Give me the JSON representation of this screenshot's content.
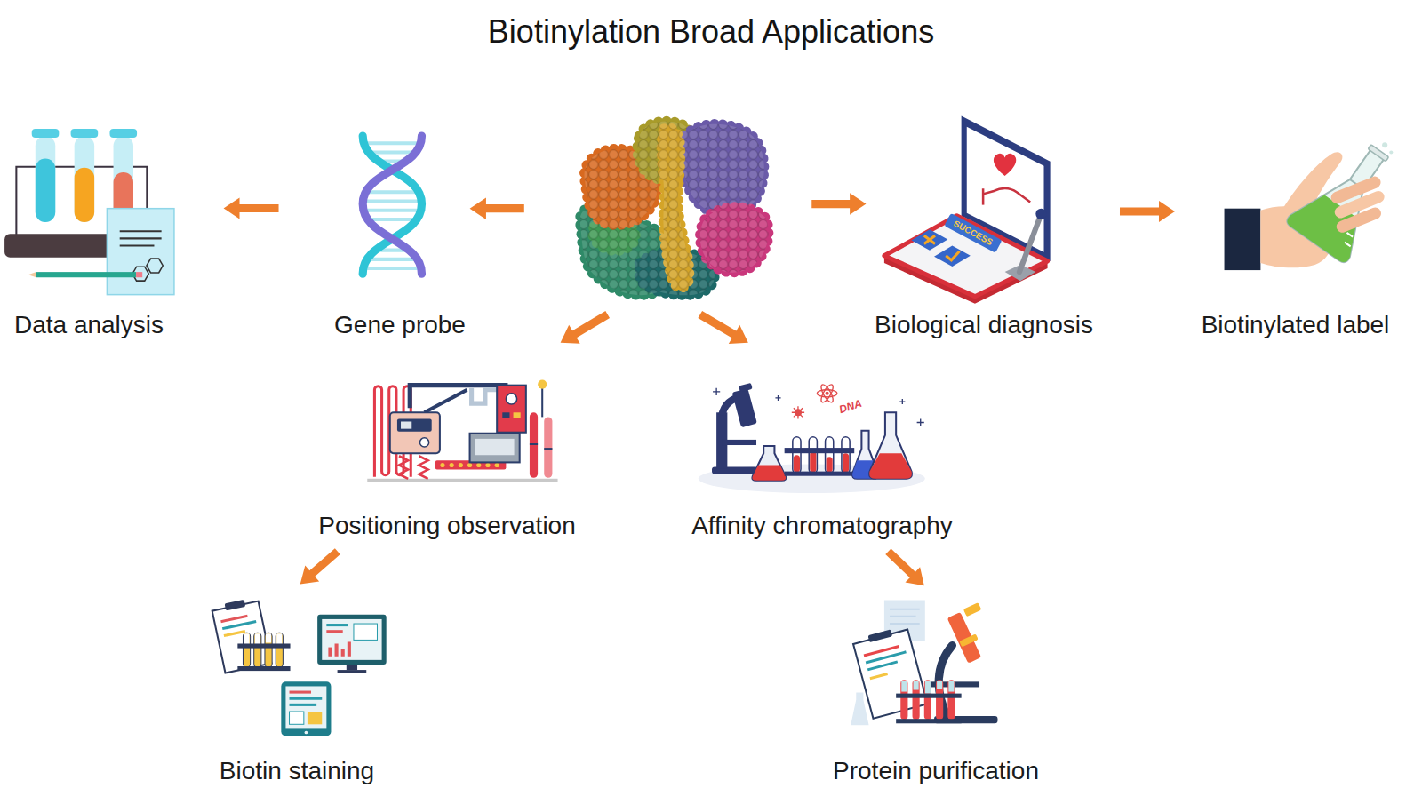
{
  "diagram": {
    "title": "Biotinylation Broad Applications",
    "nodes": [
      {
        "text": [
          "Data analysis"
        ]
      },
      {
        "text": [
          "Gene probe"
        ]
      },
      {
        "text": [
          "Biological diagnosis"
        ]
      },
      {
        "text": [
          "Biotinylated label"
        ]
      },
      {
        "text": [
          "Positioning observation"
        ]
      },
      {
        "text": [
          "Affinity chromatography"
        ]
      },
      {
        "text": [
          "Biotin staining"
        ]
      },
      {
        "text": [
          "Protein purification"
        ]
      }
    ],
    "edges": [
      {
        "from": 1,
        "to": 0,
        "arrow": "to"
      },
      {
        "from": 2,
        "to": 3,
        "arrow": "to"
      },
      {
        "from": 4,
        "to": 6,
        "arrow": "to"
      },
      {
        "from": 5,
        "to": 7,
        "arrow": "to"
      }
    ],
    "labels": [
      "SUCCESS",
      "DNA"
    ]
  }
}
